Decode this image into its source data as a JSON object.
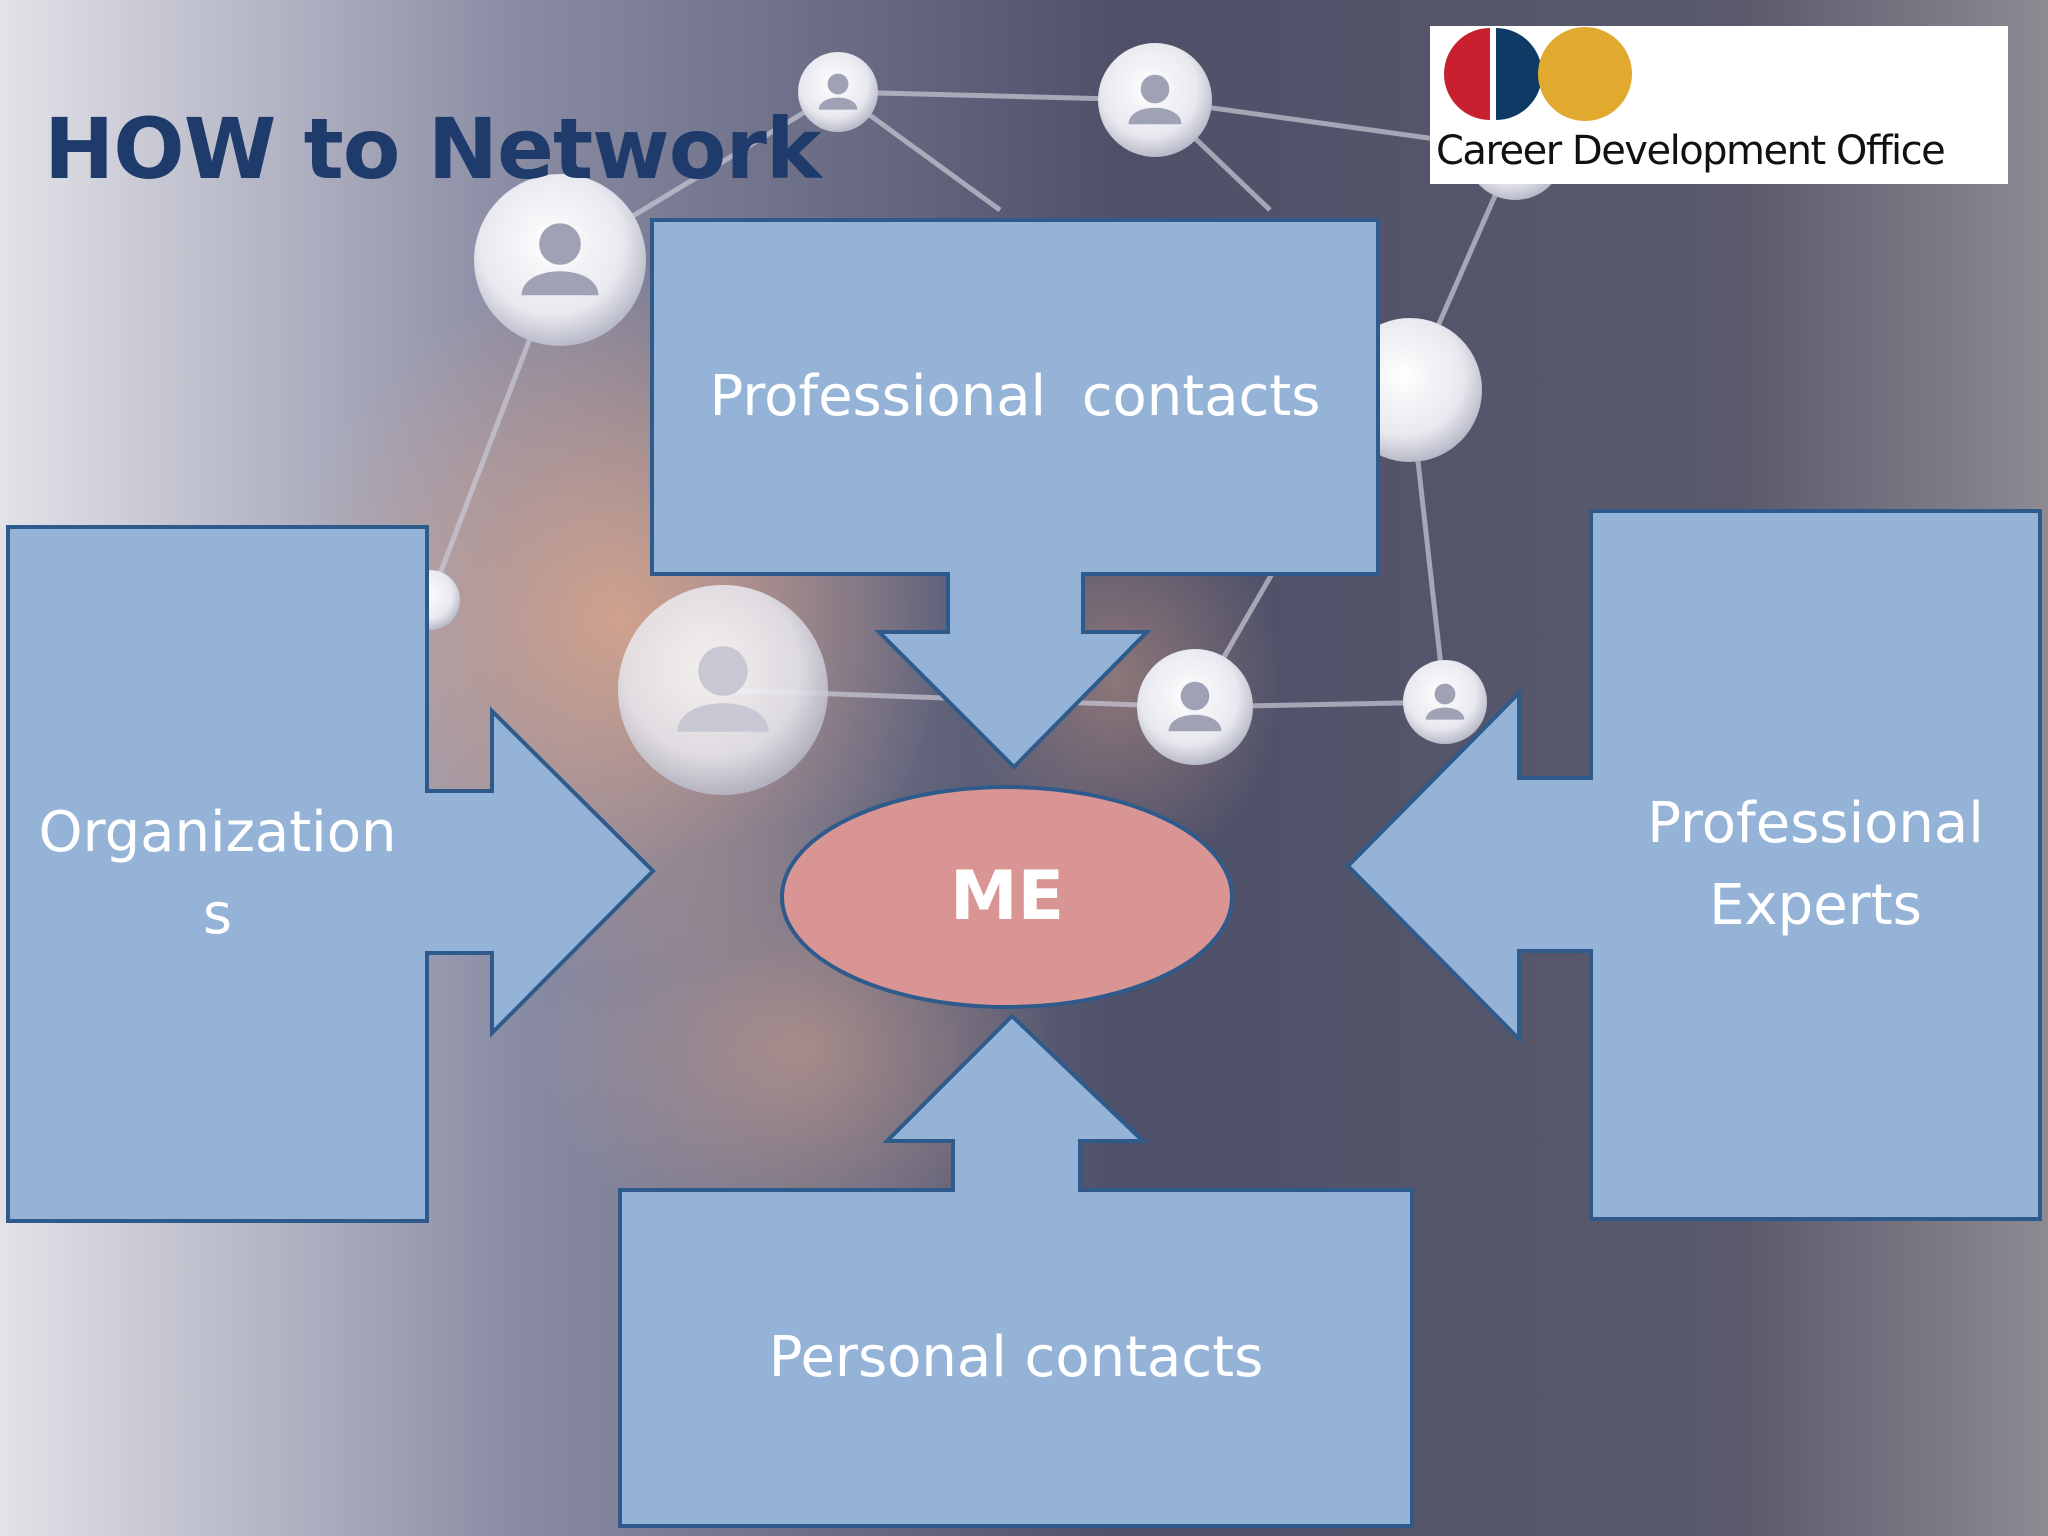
{
  "slide": {
    "title": "HOW to Network",
    "logo": {
      "text": "Career Development Office",
      "colors": {
        "red": "#c8202f",
        "navy": "#0e3a66",
        "gold": "#e1a92e"
      }
    }
  },
  "diagram": {
    "center": {
      "label": "ME",
      "fill": "#d99594",
      "stroke": "#2e5b8c"
    },
    "callouts": [
      {
        "id": "top",
        "label": "Professional  contacts",
        "direction": "down"
      },
      {
        "id": "left",
        "label": "Organization\ns",
        "direction": "right"
      },
      {
        "id": "right",
        "label": "Professional\nExperts",
        "direction": "left"
      },
      {
        "id": "bottom",
        "label": "Personal contacts",
        "direction": "up"
      }
    ],
    "callout_fill": "#95b3d7",
    "callout_stroke": "#2e5b8c",
    "text_color": "#ffffff"
  },
  "background": {
    "description_icon": "person-icon",
    "colors": {
      "base": "#6b6f86",
      "light": "#d9d9df",
      "skin": "#c98f78"
    }
  }
}
